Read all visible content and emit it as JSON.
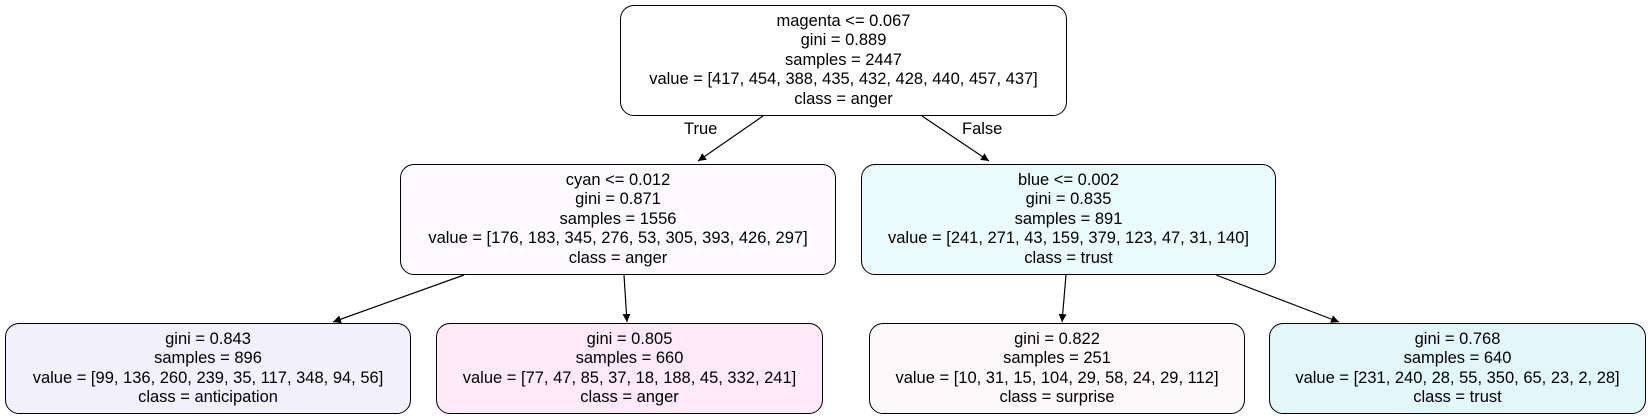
{
  "tree": {
    "nodes": {
      "root": {
        "split": "magenta <= 0.067",
        "gini": "gini = 0.889",
        "samples": "samples = 2447",
        "value": "value = [417, 454, 388, 435, 432, 428, 440, 457, 437]",
        "class": "class = anger",
        "fill": "#ffffff"
      },
      "left": {
        "split": "cyan <= 0.012",
        "gini": "gini = 0.871",
        "samples": "samples = 1556",
        "value": "value = [176, 183, 345, 276, 53, 305, 393, 426, 297]",
        "class": "class = anger",
        "fill": "#fcfafe"
      },
      "right": {
        "split": "blue <= 0.002",
        "gini": "gini = 0.835",
        "samples": "samples = 891",
        "value": "value = [241, 271, 43, 159, 379, 123, 47, 31, 140]",
        "class": "class = trust",
        "fill": "#ebfbfb"
      },
      "leaf1": {
        "gini": "gini = 0.843",
        "samples": "samples = 896",
        "value": "value = [99, 136, 260, 239, 35, 117, 348, 94, 56]",
        "class": "class = anticipation",
        "fill": "#f3f0fd"
      },
      "leaf2": {
        "gini": "gini = 0.805",
        "samples": "samples = 660",
        "value": "value = [77, 47, 85, 37, 18, 188, 45, 332, 241]",
        "class": "class = anger",
        "fill": "#fde9f8"
      },
      "leaf3": {
        "gini": "gini = 0.822",
        "samples": "samples = 251",
        "value": "value = [10, 31, 15, 104, 29, 58, 24, 29, 112]",
        "class": "class = surprise",
        "fill": "#fdf8fa"
      },
      "leaf4": {
        "gini": "gini = 0.768",
        "samples": "samples = 640",
        "value": "value = [231, 240, 28, 55, 350, 65, 23, 2, 28]",
        "class": "class = trust",
        "fill": "#e2f7fa"
      }
    },
    "edge_labels": {
      "true": "True",
      "false": "False"
    }
  }
}
